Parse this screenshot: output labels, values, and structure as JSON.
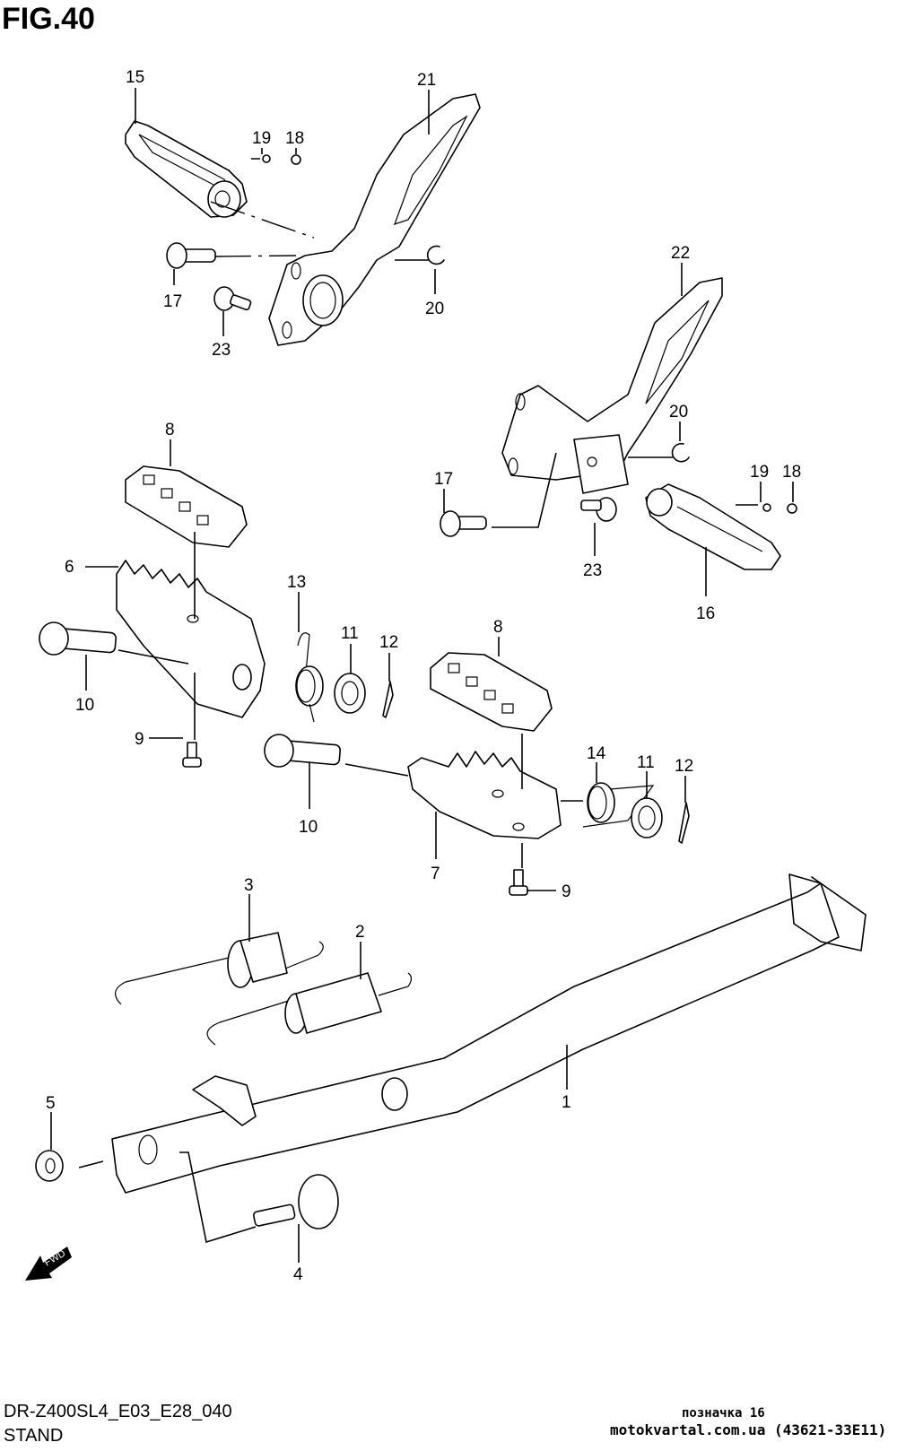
{
  "header": {
    "figure_label": "FIG.40"
  },
  "footer": {
    "model_code": "DR-Z400SL4_E03_E28_040",
    "section_name": "STAND",
    "watermark_line1": "позначка 16",
    "watermark_line2": "motokvartal.com.ua (43621-33E11)"
  },
  "fwd_label": "FWD",
  "callouts": {
    "c1": "1",
    "c2": "2",
    "c3": "3",
    "c4": "4",
    "c5": "5",
    "c6": "6",
    "c7": "7",
    "c8a": "8",
    "c8b": "8",
    "c9a": "9",
    "c9b": "9",
    "c10a": "10",
    "c10b": "10",
    "c11a": "11",
    "c11b": "11",
    "c12a": "12",
    "c12b": "12",
    "c13": "13",
    "c14": "14",
    "c15": "15",
    "c16": "16",
    "c17a": "17",
    "c17b": "17",
    "c18a": "18",
    "c18b": "18",
    "c19a": "19",
    "c19b": "19",
    "c20a": "20",
    "c20b": "20",
    "c21": "21",
    "c22": "22",
    "c23a": "23",
    "c23b": "23"
  }
}
